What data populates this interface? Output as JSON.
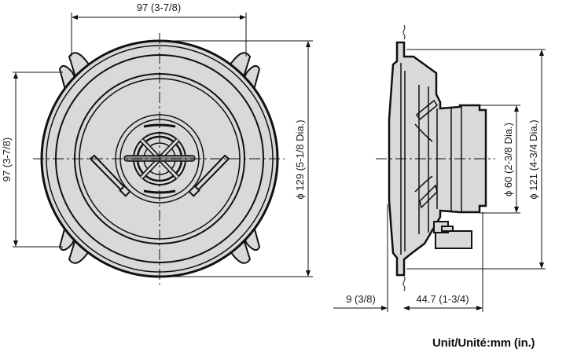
{
  "diagram": {
    "type": "speaker-dimension-drawing",
    "views": [
      "front-view",
      "side-view"
    ],
    "colors": {
      "line": "#111111",
      "fill": "#d9d9d9",
      "background": "#ffffff"
    }
  },
  "front_view": {
    "top_width_label": "97 (3-7/8)",
    "left_height_label": "97 (3-7/8)",
    "overall_diameter_label": "ϕ 129 (5-1/8 Dia.)"
  },
  "side_view": {
    "magnet_diameter_label": "ϕ 60 (2-3/8 Dia.)",
    "cutout_diameter_label": "ϕ 121 (4-3/4 Dia.)",
    "flange_depth_label": "9 (3/8)",
    "mount_depth_label": "44.7 (1-3/4)"
  },
  "footer": {
    "unit_label": "Unit/Unité:mm (in.)"
  }
}
